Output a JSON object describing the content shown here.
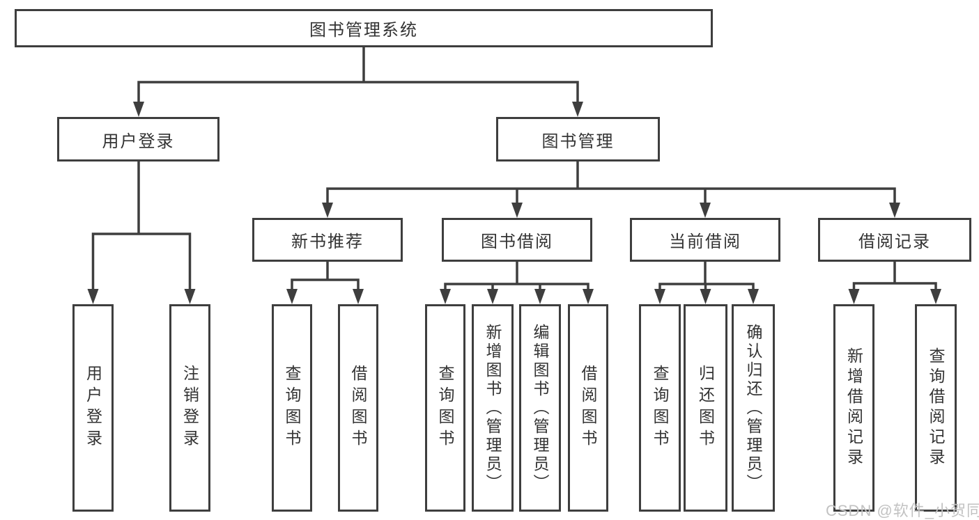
{
  "diagram": {
    "root": "图书管理系统",
    "level2": [
      "用户登录",
      "图书管理"
    ],
    "level3": [
      "新书推荐",
      "图书借阅",
      "当前借阅",
      "借阅记录"
    ],
    "leaves": {
      "user_login": [
        "用户登录",
        "注销登录"
      ],
      "new_book_recommend": [
        "查询图书",
        "借阅图书"
      ],
      "book_borrow": [
        "查询图书",
        "新增图书（管理员）",
        "编辑图书（管理员）",
        "借阅图书"
      ],
      "current_borrow": [
        "查询图书",
        "归还图书",
        "确认归还（管理员）"
      ],
      "borrow_records": [
        "新增借阅记录",
        "查询借阅记录"
      ]
    }
  },
  "watermark": "CSDN @软件_小贺同学",
  "colors": {
    "line": "#3e3e3e",
    "text": "#333333",
    "box_fill": "#ffffff",
    "watermark": "#c2c2c2",
    "background": "#ffffff"
  }
}
